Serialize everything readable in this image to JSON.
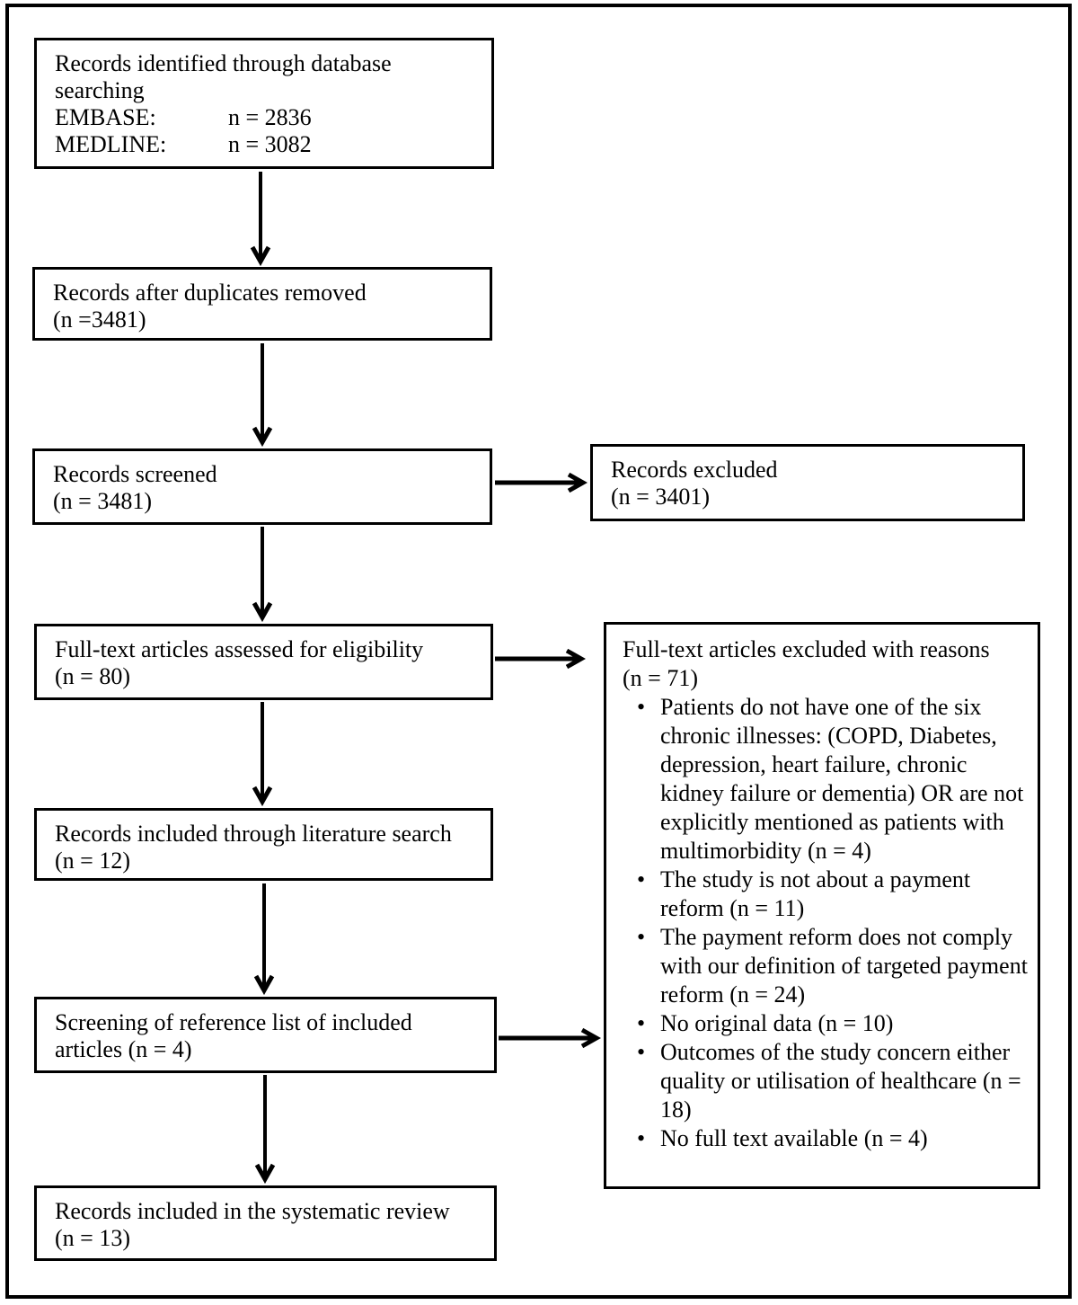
{
  "colors": {
    "ink": "#000000",
    "paper": "#ffffff"
  },
  "flowchart": {
    "identified": {
      "title": "Records identified through database searching",
      "sources": [
        {
          "label": "EMBASE:",
          "value": "n = 2836"
        },
        {
          "label": "MEDLINE:",
          "value": "n = 3082"
        }
      ]
    },
    "duplicates_removed": {
      "text": "Records after duplicates removed",
      "count": "(n =3481)"
    },
    "screened": {
      "text": "Records screened",
      "count": "(n = 3481)"
    },
    "records_excluded": {
      "text": "Records excluded",
      "count": "(n = 3401)"
    },
    "fulltext_assessed": {
      "text": "Full-text articles assessed for eligibility",
      "count": "(n = 80)"
    },
    "fulltext_excluded": {
      "text": "Full-text articles excluded with reasons",
      "count": "(n = 71)",
      "reasons": [
        "Patients do not have one of the six chronic illnesses: (COPD, Diabetes, depression, heart failure, chronic kidney failure or dementia) OR are not explicitly mentioned as patients with multimorbidity (n = 4)",
        "The study is not about a payment reform  (n = 11)",
        "The payment reform does not comply with our definition of targeted payment reform (n = 24)",
        "No original data (n = 10)",
        "Outcomes of the study concern either quality or utilisation of healthcare (n = 18)",
        "No full text available (n = 4)"
      ]
    },
    "literature_search": {
      "text": "Records included through literature search",
      "count": "(n = 12)"
    },
    "reference_screening": {
      "text": "Screening of reference list of included articles (n = 4)"
    },
    "included_review": {
      "text": "Records included in the systematic review",
      "count": "(n = 13)"
    }
  }
}
